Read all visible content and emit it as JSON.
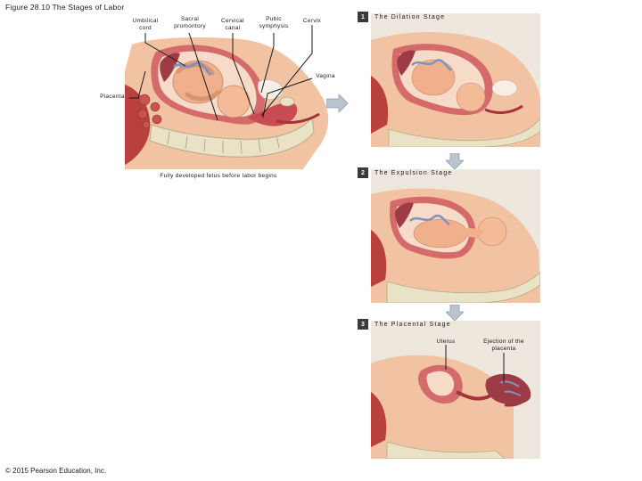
{
  "figure_title": "Figure 28.10 The Stages of Labor",
  "main_labels": {
    "umbilical_cord": [
      "Umbilical",
      "cord"
    ],
    "sacral_promontory": [
      "Sacral",
      "promontory"
    ],
    "cervical_canal": [
      "Cervical",
      "canal"
    ],
    "pubic_symphysis": [
      "Pubic",
      "symphysis"
    ],
    "cervix": "Cervix",
    "vagina": "Vagina",
    "placenta": "Placenta",
    "caption": "Fully developed fetus before labor begins"
  },
  "stages": [
    {
      "number": "1",
      "title": "The Dilation Stage"
    },
    {
      "number": "2",
      "title": "The Expulsion Stage"
    },
    {
      "number": "3",
      "title": "The Placental Stage"
    }
  ],
  "placental_labels": {
    "uterus": "Uterus",
    "ejection": [
      "Ejection of the",
      "placenta"
    ]
  },
  "copyright": "© 2015 Pearson Education, Inc.",
  "colors": {
    "skin": "#f1c3a2",
    "muscle": "#b8413c",
    "uterus": "#d56a6a",
    "bone": "#e9e2c6",
    "cord": "#7f93c0",
    "arrow": "#b9c4cf",
    "panel": "#ede7de"
  }
}
